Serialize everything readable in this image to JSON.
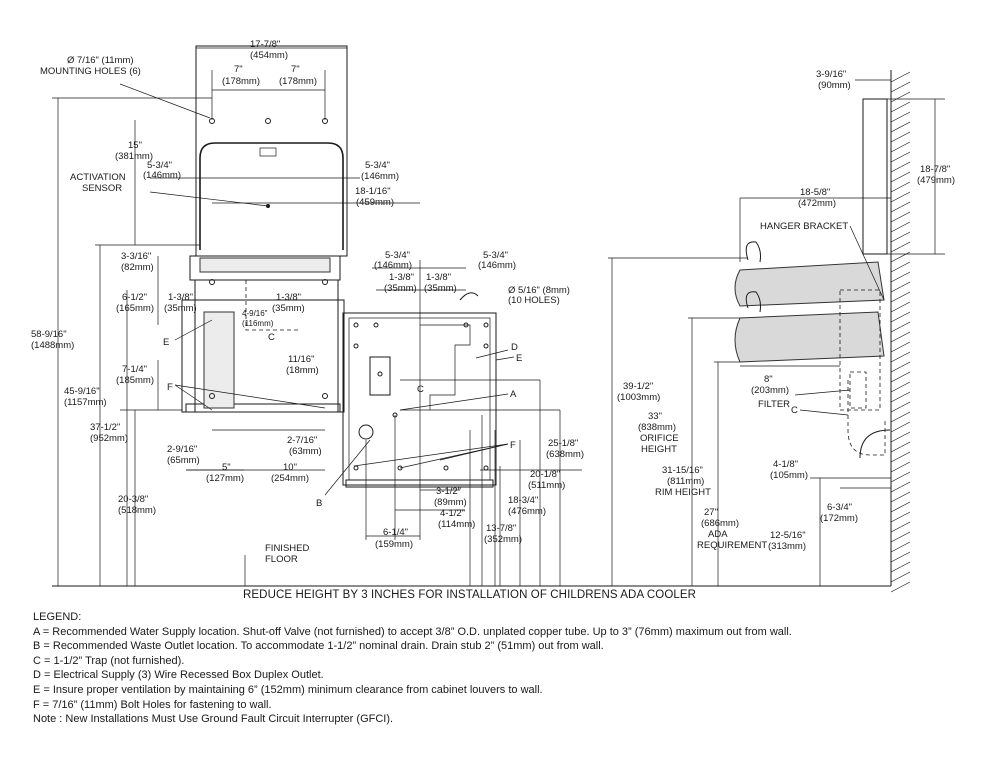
{
  "front_view": {
    "width_total": "17-7/8\"",
    "width_total_mm": "(454mm)",
    "hole_left": "7\"",
    "hole_left_mm": "(178mm)",
    "hole_right": "7\"",
    "hole_right_mm": "(178mm)",
    "mounting_holes_1": "Ø 7/16\" (11mm)",
    "mounting_holes_2": "MOUNTING HOLES (6)",
    "dim_15": "15\"",
    "dim_15_mm": "(381mm)",
    "sensor_1": "ACTIVATION",
    "sensor_2": "SENSOR",
    "dim_534_a": "5-3/4\"",
    "dim_534_a_mm": "(146mm)",
    "dim_534_b": "5-3/4\"",
    "dim_534_b_mm": "(146mm)",
    "dim_18116": "18-1/16\"",
    "dim_18116_mm": "(459mm)",
    "dim_3316": "3-3/16\"",
    "dim_3316_mm": "(82mm)",
    "dim_612": "6-1/2\"",
    "dim_612_mm": "(165mm)",
    "dim_138_a": "1-3/8\"",
    "dim_138_a_mm": "(35mm)",
    "dim_138_b": "1-3/8\"",
    "dim_138_b_mm": "(35mm)",
    "dim_4916": "4-9/16\"",
    "dim_4916_mm": "(116mm)",
    "dim_1116": "11/16\"",
    "dim_1116_mm": "(18mm)",
    "dim_714": "7-1/4\"",
    "dim_714_mm": "(185mm)",
    "dim_5816": "58-9/16\"",
    "dim_5816_mm": "(1488mm)",
    "dim_45916": "45-9/16\"",
    "dim_45916_mm": "(1157mm)",
    "dim_3712": "37-1/2\"",
    "dim_3712_mm": "(952mm)",
    "dim_2916": "2-9/16\"",
    "dim_2916_mm": "(65mm)",
    "dim_2716": "2-7/16\"",
    "dim_2716_mm": "(63mm)",
    "dim_5": "5\"",
    "dim_5_mm": "(127mm)",
    "dim_10": "10\"",
    "dim_10_mm": "(254mm)",
    "dim_2038": "20-3/8\"",
    "dim_2038_mm": "(518mm)",
    "floor_1": "FINISHED",
    "floor_2": "FLOOR",
    "label_e": "E",
    "label_c": "C",
    "label_f": "F"
  },
  "wall_view": {
    "dim_534_a": "5-3/4\"",
    "dim_534_a_mm": "(146mm)",
    "dim_534_b": "5-3/4\"",
    "dim_534_b_mm": "(146mm)",
    "dim_138_a": "1-3/8\"",
    "dim_138_a_mm": "(35mm)",
    "dim_138_b": "1-3/8\"",
    "dim_138_b_mm": "(35mm)",
    "holes_1": "Ø 5/16\" (8mm)",
    "holes_2": "(10 HOLES)",
    "label_d": "D",
    "label_e": "E",
    "label_a": "A",
    "label_c": "C",
    "label_f": "F",
    "label_b": "B",
    "dim_2518": "25-1/8\"",
    "dim_2518_mm": "(638mm)",
    "dim_2018": "20-1/8\"",
    "dim_2018_mm": "(511mm)",
    "dim_1834": "18-3/4\"",
    "dim_1834_mm": "(476mm)",
    "dim_1378": "13-7/8\"",
    "dim_1378_mm": "(352mm)",
    "dim_312": "3-1/2\"",
    "dim_312_mm": "(89mm)",
    "dim_412": "4-1/2\"",
    "dim_412_mm": "(114mm)",
    "dim_614": "6-1/4\"",
    "dim_614_mm": "(159mm)"
  },
  "side_view": {
    "dim_3916": "3-9/16\"",
    "dim_3916_mm": "(90mm)",
    "dim_1878": "18-7/8\"",
    "dim_1878_mm": "(479mm)",
    "dim_1858": "18-5/8\"",
    "dim_1858_mm": "(472mm)",
    "hanger": "HANGER BRACKET",
    "dim_3912": "39-1/2\"",
    "dim_3912_mm": "(1003mm)",
    "dim_33": "33\"",
    "dim_33_mm": "(838mm)",
    "orifice_1": "ORIFICE",
    "orifice_2": "HEIGHT",
    "dim_8": "8\"",
    "dim_8_mm": "(203mm)",
    "filter": "FILTER",
    "label_c": "C",
    "dim_31": "31-15/16\"",
    "dim_31_mm": "(811mm)",
    "rim": "RIM HEIGHT",
    "dim_27": "27\"",
    "dim_27_mm": "(686mm)",
    "ada_1": "ADA",
    "ada_2": "REQUIREMENT",
    "dim_418": "4-1/8\"",
    "dim_418_mm": "(105mm)",
    "dim_634": "6-3/4\"",
    "dim_634_mm": "(172mm)",
    "dim_12516": "12-5/16\"",
    "dim_12516_mm": "(313mm)"
  },
  "note": "REDUCE HEIGHT BY 3 INCHES FOR INSTALLATION OF CHILDRENS ADA COOLER",
  "legend": {
    "title": "LEGEND:",
    "a": "A = Recommended Water Supply location. Shut-off Valve (not furnished) to accept 3/8” O.D. unplated copper tube. Up to 3” (76mm) maximum out from wall.",
    "b": "B = Recommended Waste Outlet location. To accommodate 1-1/2” nominal drain. Drain stub 2” (51mm) out from wall.",
    "c": "C = 1-1/2” Trap (not furnished).",
    "d": "D = Electrical Supply (3) Wire Recessed Box Duplex Outlet.",
    "e": "E = Insure proper ventilation by maintaining 6” (152mm) minimum clearance from cabinet louvers to wall.",
    "f": "F = 7/16” (11mm) Bolt Holes for fastening to wall.",
    "note": "Note : New Installations Must Use Ground Fault Circuit Interrupter (GFCI)."
  }
}
